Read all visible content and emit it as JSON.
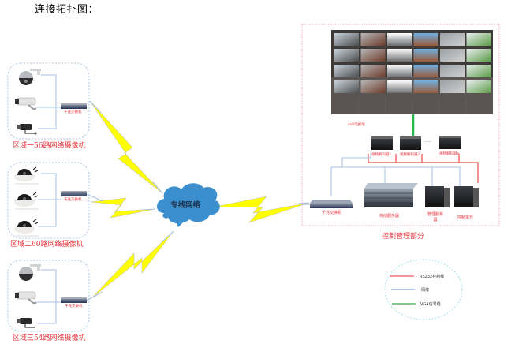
{
  "page_title": "连接拓扑图：",
  "zones": [
    {
      "label": "区域一56路网络摄像机",
      "switch_label": "千兆交换机",
      "cameras": [
        "ptz-dome-camera",
        "bullet-camera",
        "box-camera"
      ]
    },
    {
      "label": "区域二60路网络摄像机",
      "switch_label": "千兆交换机",
      "cameras": [
        "dome-camera",
        "dome-camera",
        "dome-camera"
      ]
    },
    {
      "label": "区域三54路网络摄像机",
      "switch_label": "千兆交换机",
      "cameras": [
        "ptz-dome-camera",
        "bullet-camera",
        "box-camera"
      ]
    }
  ],
  "network": {
    "label": "专线网络"
  },
  "control": {
    "section_label": "控制管理部分",
    "video_wall_label": "4x6电视墙",
    "video_wall_rows": 4,
    "video_wall_cols": 6,
    "decoders": [
      "视频解码器1",
      "视频解码器2",
      "视频解码器n"
    ],
    "decoder_ellipsis": "······",
    "switch_label": "千兆交换机",
    "storage_label": "存储服务器",
    "mgmt_server_label": "管理服务器",
    "control_unit_label": "控制单元"
  },
  "legend": [
    {
      "label": "RS232控制线",
      "color": "#f05a5a"
    },
    {
      "label": "网线",
      "color": "#7f9fdc"
    },
    {
      "label": "VGA信号线",
      "color": "#3aa648"
    }
  ],
  "colors": {
    "red_text": "#e8303a",
    "cloud": "#3b8fcf",
    "bolt": "#ffff00",
    "pink_border": "#f3b8d8"
  }
}
